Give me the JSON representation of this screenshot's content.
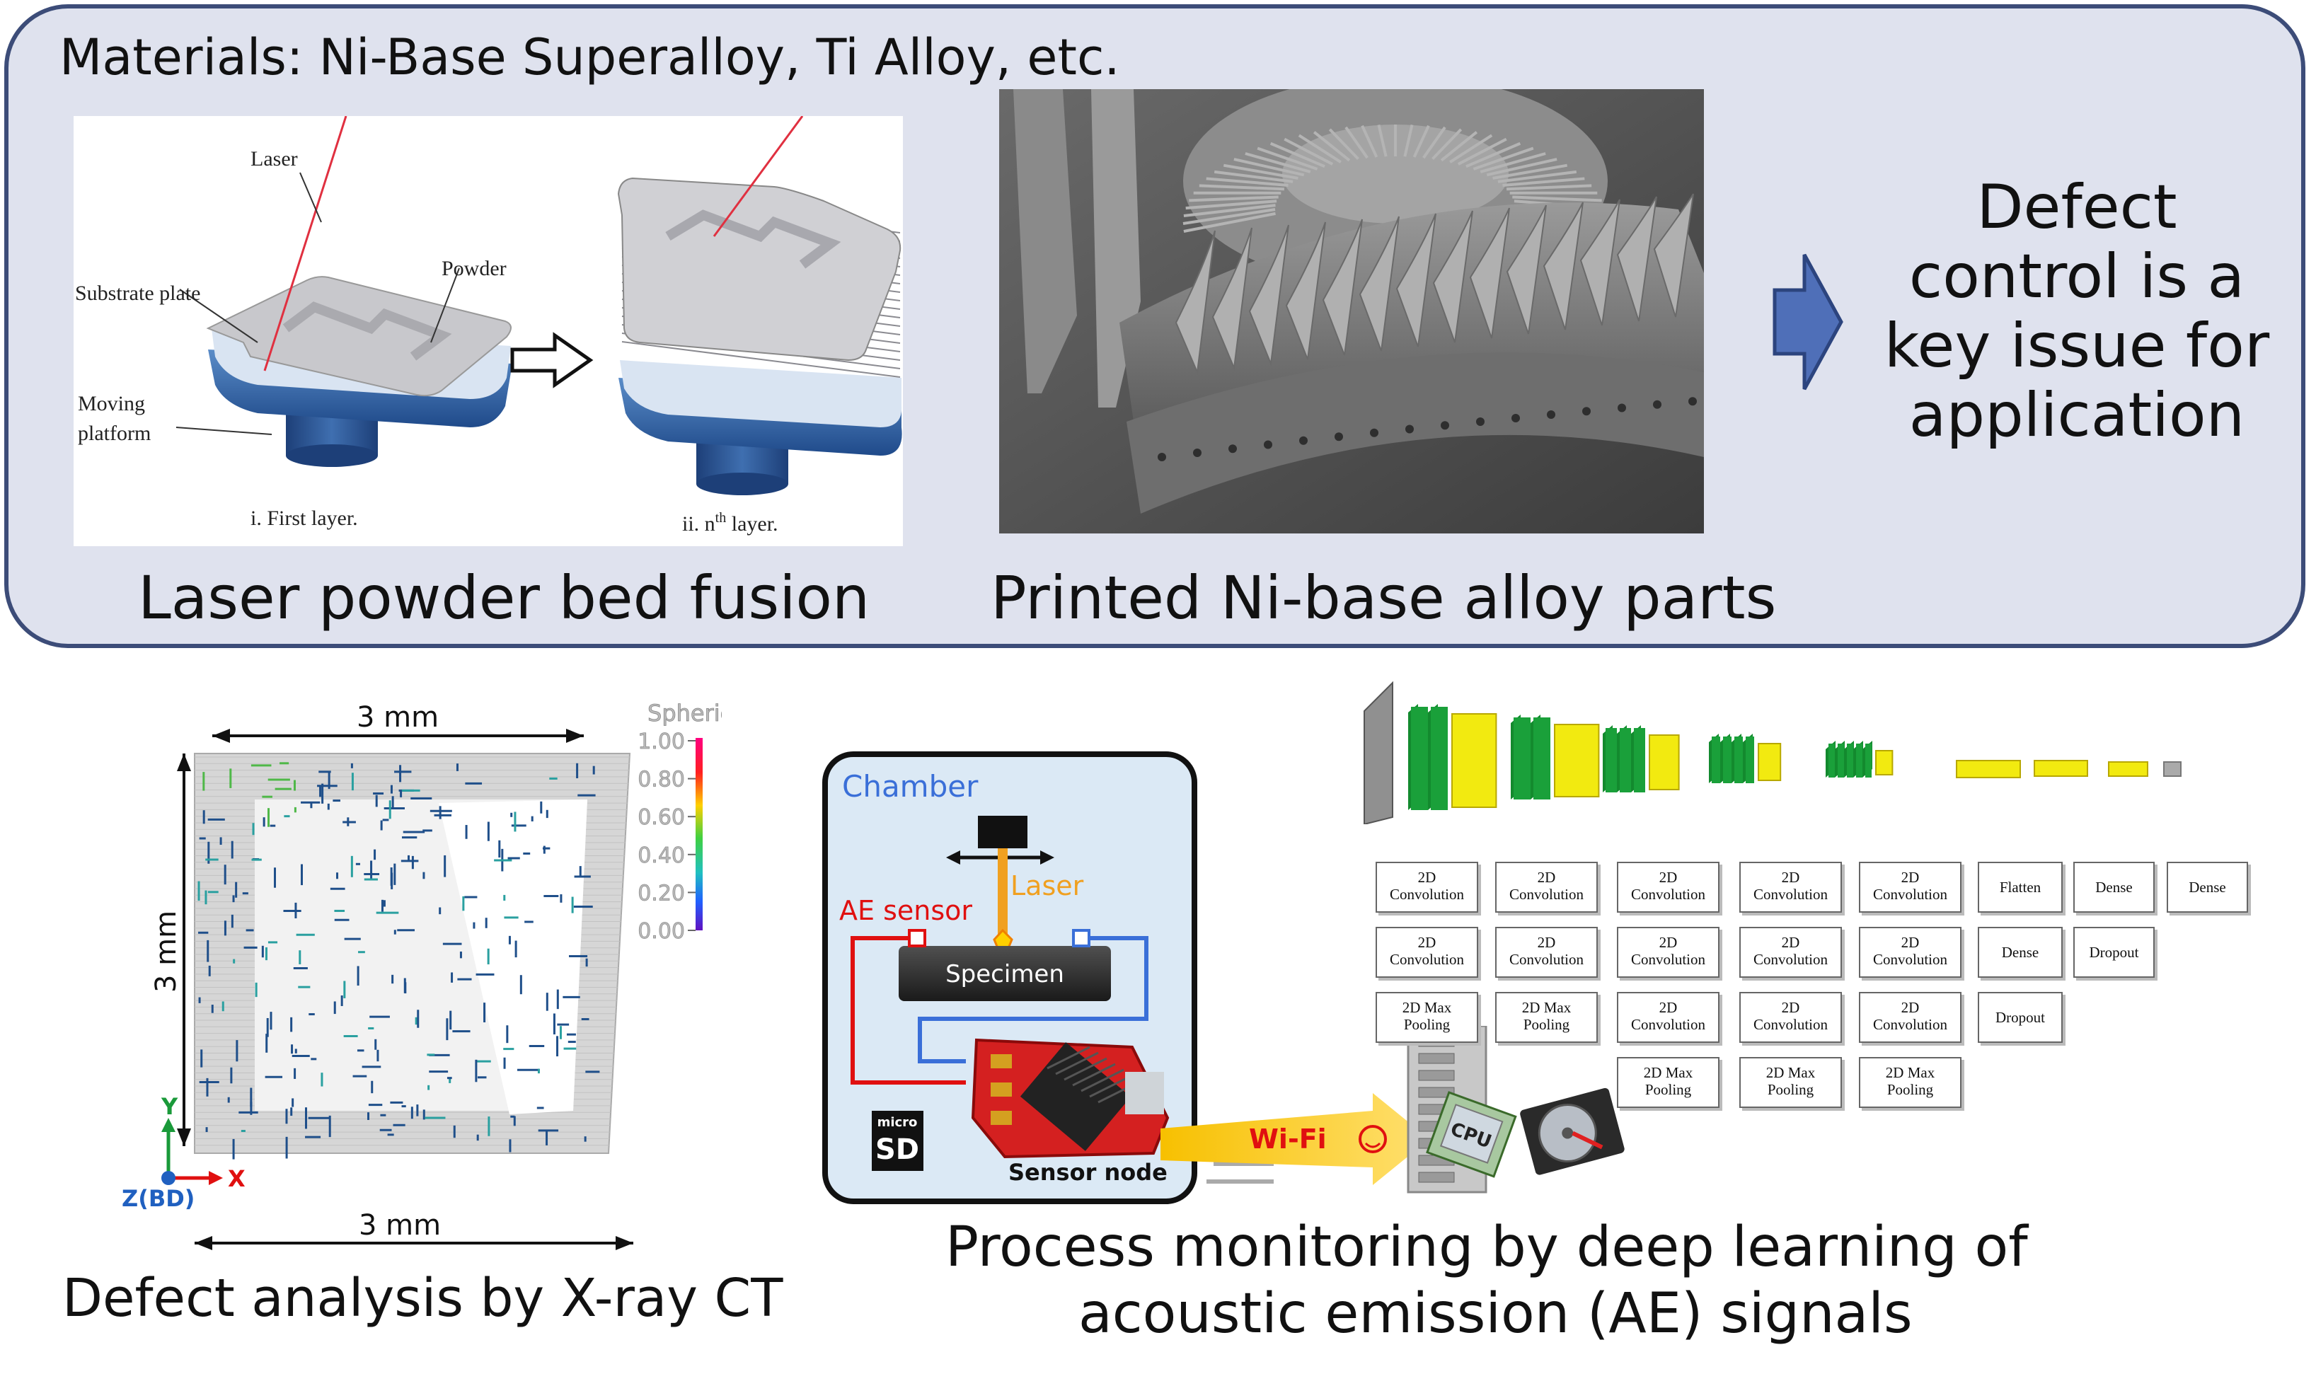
{
  "top": {
    "materials_title": "Materials: Ni-Base Superalloy, Ti Alloy, etc.",
    "lpbf_caption": "Laser powder bed fusion",
    "parts_caption": "Printed Ni-base alloy parts",
    "defect_text": [
      "Defect",
      "control is a",
      "key issue for",
      "application"
    ]
  },
  "lpbf": {
    "laser": "Laser",
    "powder": "Powder",
    "substrate": "Substrate plate",
    "moving_1": "Moving",
    "moving_2": "platform",
    "first_layer": "i. First layer.",
    "nth_prefix": "ii. n",
    "nth_sup": "th",
    "nth_suffix": " layer."
  },
  "ct": {
    "top_dim": "3 mm",
    "side_dim": "3 mm",
    "bottom_dim": "3 mm",
    "colorbar_title": "Sphericity",
    "ticks": [
      "1.00",
      "0.80",
      "0.60",
      "0.40",
      "0.20",
      "0.00"
    ],
    "axis_y": "Y",
    "axis_x": "X",
    "axis_z": "Z(BD)",
    "caption": "Defect analysis by X-ray CT"
  },
  "chamber": {
    "title": "Chamber",
    "laser": "Laser",
    "ae_sensor": "AE sensor",
    "specimen": "Specimen",
    "sd_1": "micro",
    "sd_2": "SD",
    "sensor_node": "Sensor node",
    "wifi": "Wi-Fi"
  },
  "network": {
    "columns": [
      [
        "2D\nConvolution",
        "2D\nConvolution",
        "2D Max\nPooling"
      ],
      [
        "2D\nConvolution",
        "2D\nConvolution",
        "2D Max\nPooling"
      ],
      [
        "2D\nConvolution",
        "2D\nConvolution",
        "2D\nConvolution",
        "2D Max\nPooling"
      ],
      [
        "2D\nConvolution",
        "2D\nConvolution",
        "2D\nConvolution",
        "2D Max\nPooling"
      ],
      [
        "2D\nConvolution",
        "2D\nConvolution",
        "2D\nConvolution",
        "2D Max\nPooling"
      ],
      [
        "Flatten",
        "Dense",
        "Dropout"
      ],
      [
        "Dense",
        "Dropout"
      ],
      [
        "Dense"
      ]
    ],
    "cpu": "CPU"
  },
  "monitoring": {
    "caption_1": "Process monitoring by deep learning of",
    "caption_2": "acoustic emission (AE) signals"
  },
  "colors": {
    "panel_bg": "#dfe2ee",
    "panel_border": "#3c4c78",
    "arrow_blue": "#4f6fb8",
    "ae_red": "#e01010",
    "chamber_blue": "#3a6fd8",
    "laser_orange": "#f0a020",
    "layer_green": "#1aa03a",
    "layer_yellow": "#f2ea10"
  }
}
